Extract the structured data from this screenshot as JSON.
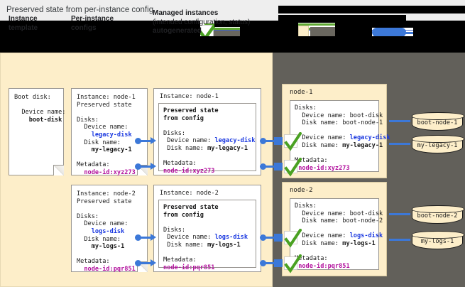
{
  "caption": {
    "text": "Preserved state from per-instance config"
  },
  "legend": {
    "check_icon": "green-check-icon",
    "cream_swatch": "cream-swatch",
    "blue_blob": "blue-blob-icon",
    "redacted": true
  },
  "columns": {
    "instance_template": {
      "line1": "Instance",
      "line2": "template"
    },
    "per_instance_configs": {
      "line1": "Per-instance",
      "line2": "configs"
    },
    "managed_instances": {
      "line1": "Managed instances",
      "line2": "(intended configuration, status)",
      "line3": "autogenerated"
    }
  },
  "instance_template_card": {
    "title": "Boot disk:",
    "device_label": "Device name:",
    "device_value": "boot-disk"
  },
  "per_instance_configs": [
    {
      "instance_line": "Instance: node-1",
      "state_line": "Preserved state",
      "disks_label": "Disks:",
      "device_name_label": "Device name:",
      "device_name_value": "legacy-disk",
      "disk_name_label": "Disk name:",
      "disk_name_value": "my-legacy-1",
      "metadata_label": "Metadata:",
      "metadata_value": "node-id:xyz273"
    },
    {
      "instance_line": "Instance: node-2",
      "state_line": "Preserved state",
      "disks_label": "Disks:",
      "device_name_label": "Device name:",
      "device_name_value": "logs-disk",
      "disk_name_label": "Disk name:",
      "disk_name_value": "my-logs-1",
      "metadata_label": "Metadata:",
      "metadata_value": "node-id:pqr851"
    }
  ],
  "managed_instances": [
    {
      "instance_line": "Instance: node-1",
      "preserved_line1": "Preserved state",
      "preserved_line2": "from config",
      "disks_label": "Disks:",
      "device_name_label": "Device name: ",
      "device_name_value": "legacy-disk",
      "disk_name_label": "Disk name: ",
      "disk_name_value": "my-legacy-1",
      "metadata_label": "Metadata:",
      "metadata_value": "node-id:xyz273"
    },
    {
      "instance_line": "Instance: node-2",
      "preserved_line1": "Preserved state",
      "preserved_line2": "from config",
      "disks_label": "Disks:",
      "device_name_label": "Device name: ",
      "device_name_value": "logs-disk",
      "disk_name_label": "Disk name: ",
      "disk_name_value": "my-logs-1",
      "metadata_label": "Metadata:",
      "metadata_value": "node-id:pqr851"
    }
  ],
  "nodes": [
    {
      "title": "node-1",
      "disks_label": "Disks:",
      "boot_device_label": "Device name: ",
      "boot_device_value": "boot-disk",
      "boot_disk_label": "Disk name: ",
      "boot_disk_value": "boot-node-1",
      "pres_device_label": "Device name: ",
      "pres_device_value": "legacy-disk",
      "pres_disk_label": "Disk name: ",
      "pres_disk_value": "my-legacy-1",
      "metadata_label": "Metadata:",
      "metadata_value": "node-id:xyz273"
    },
    {
      "title": "node-2",
      "disks_label": "Disks:",
      "boot_device_label": "Device name: ",
      "boot_device_value": "boot-disk",
      "boot_disk_label": "Disk name: ",
      "boot_disk_value": "boot-node-2",
      "pres_device_label": "Device name: ",
      "pres_device_value": "logs-disk",
      "pres_disk_label": "Disk name: ",
      "pres_disk_value": "my-logs-1",
      "metadata_label": "Metadata:",
      "metadata_value": "node-id:pqr851"
    }
  ],
  "disks": [
    {
      "name": "boot-node-1"
    },
    {
      "name": "my-legacy-1"
    },
    {
      "name": "boot-node-2"
    },
    {
      "name": "my-logs-1"
    }
  ],
  "colors": {
    "cream": "#fdeec9",
    "dark_panel": "#62605a",
    "accent_blue": "#3c78d8",
    "value_blue": "#1a38e0",
    "value_violet": "#b3139e",
    "check_green": "#4aa122"
  }
}
